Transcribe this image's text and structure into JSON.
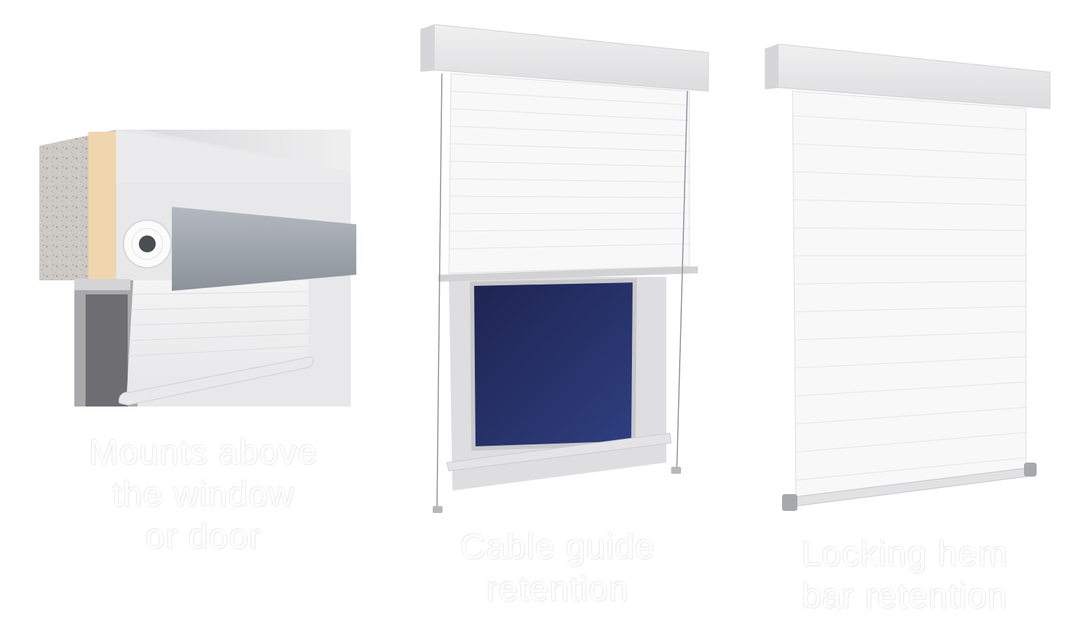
{
  "captions": {
    "mount": [
      "Mounts above",
      "the window",
      "or door"
    ],
    "cable": [
      "Cable guide",
      "retention"
    ],
    "hem": [
      "Locking hem",
      "bar retention"
    ]
  },
  "colors": {
    "background": "#ffffff",
    "housing": "#e9e9eb",
    "shutter": "#f7f7f8",
    "glass": "#26306a",
    "concrete": "#c9c5c0",
    "wood": "#f1d8b2",
    "hood": "#9aa0a8"
  }
}
